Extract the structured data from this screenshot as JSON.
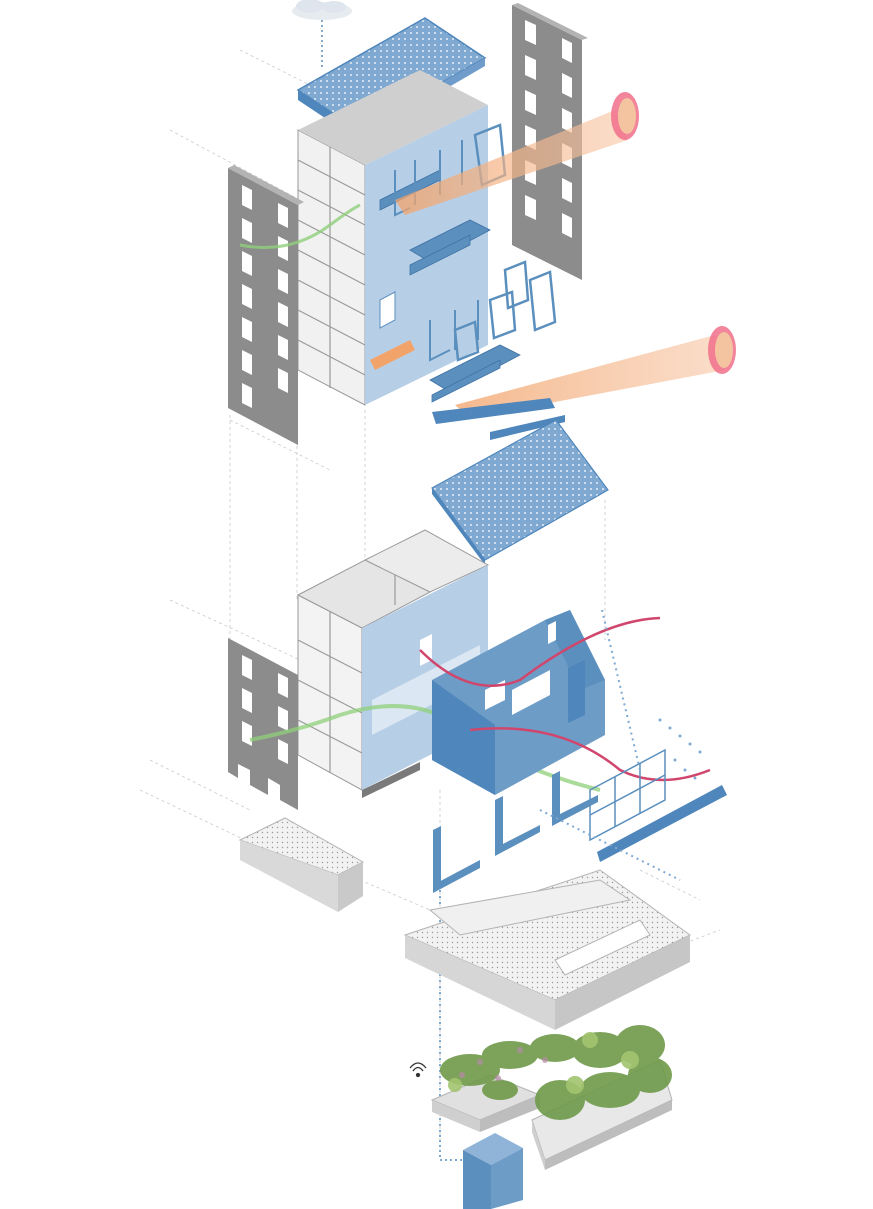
{
  "diagram": {
    "palette": {
      "facade_blue": "#9bbcd8",
      "facade_blue_dark": "#5b8fbe",
      "roof_blue": "#6c9cc9",
      "frame_gray": "#8c8c8c",
      "frame_gray_light": "#d9d9d9",
      "sun_orange": "#f2a36a",
      "sun_pink": "#f06e8a",
      "air_green": "#8fd07a",
      "air_red": "#d0466c",
      "guide_line": "#bfbfbf",
      "garden_green": "#6f9a4a",
      "planter_gray": "#e2e2e2",
      "tank_blue": "#6d9cc7",
      "cloud": "#e6ebf0"
    },
    "components": [
      {
        "id": "cloud",
        "icon": "cloud-icon"
      },
      {
        "id": "upper-roof-panel"
      },
      {
        "id": "upper-tower"
      },
      {
        "id": "left-facade-frame-upper"
      },
      {
        "id": "right-facade-frame-upper"
      },
      {
        "id": "sun-ray-upper"
      },
      {
        "id": "sun-ray-lower"
      },
      {
        "id": "mid-roof-panel"
      },
      {
        "id": "lower-block"
      },
      {
        "id": "left-facade-frame-lower"
      },
      {
        "id": "gable-module"
      },
      {
        "id": "column-frames"
      },
      {
        "id": "window-screen"
      },
      {
        "id": "ground-slab-left"
      },
      {
        "id": "ground-platform"
      },
      {
        "id": "roof-garden"
      },
      {
        "id": "water-tank"
      },
      {
        "id": "wifi-sensor",
        "icon": "wifi-icon"
      }
    ]
  }
}
